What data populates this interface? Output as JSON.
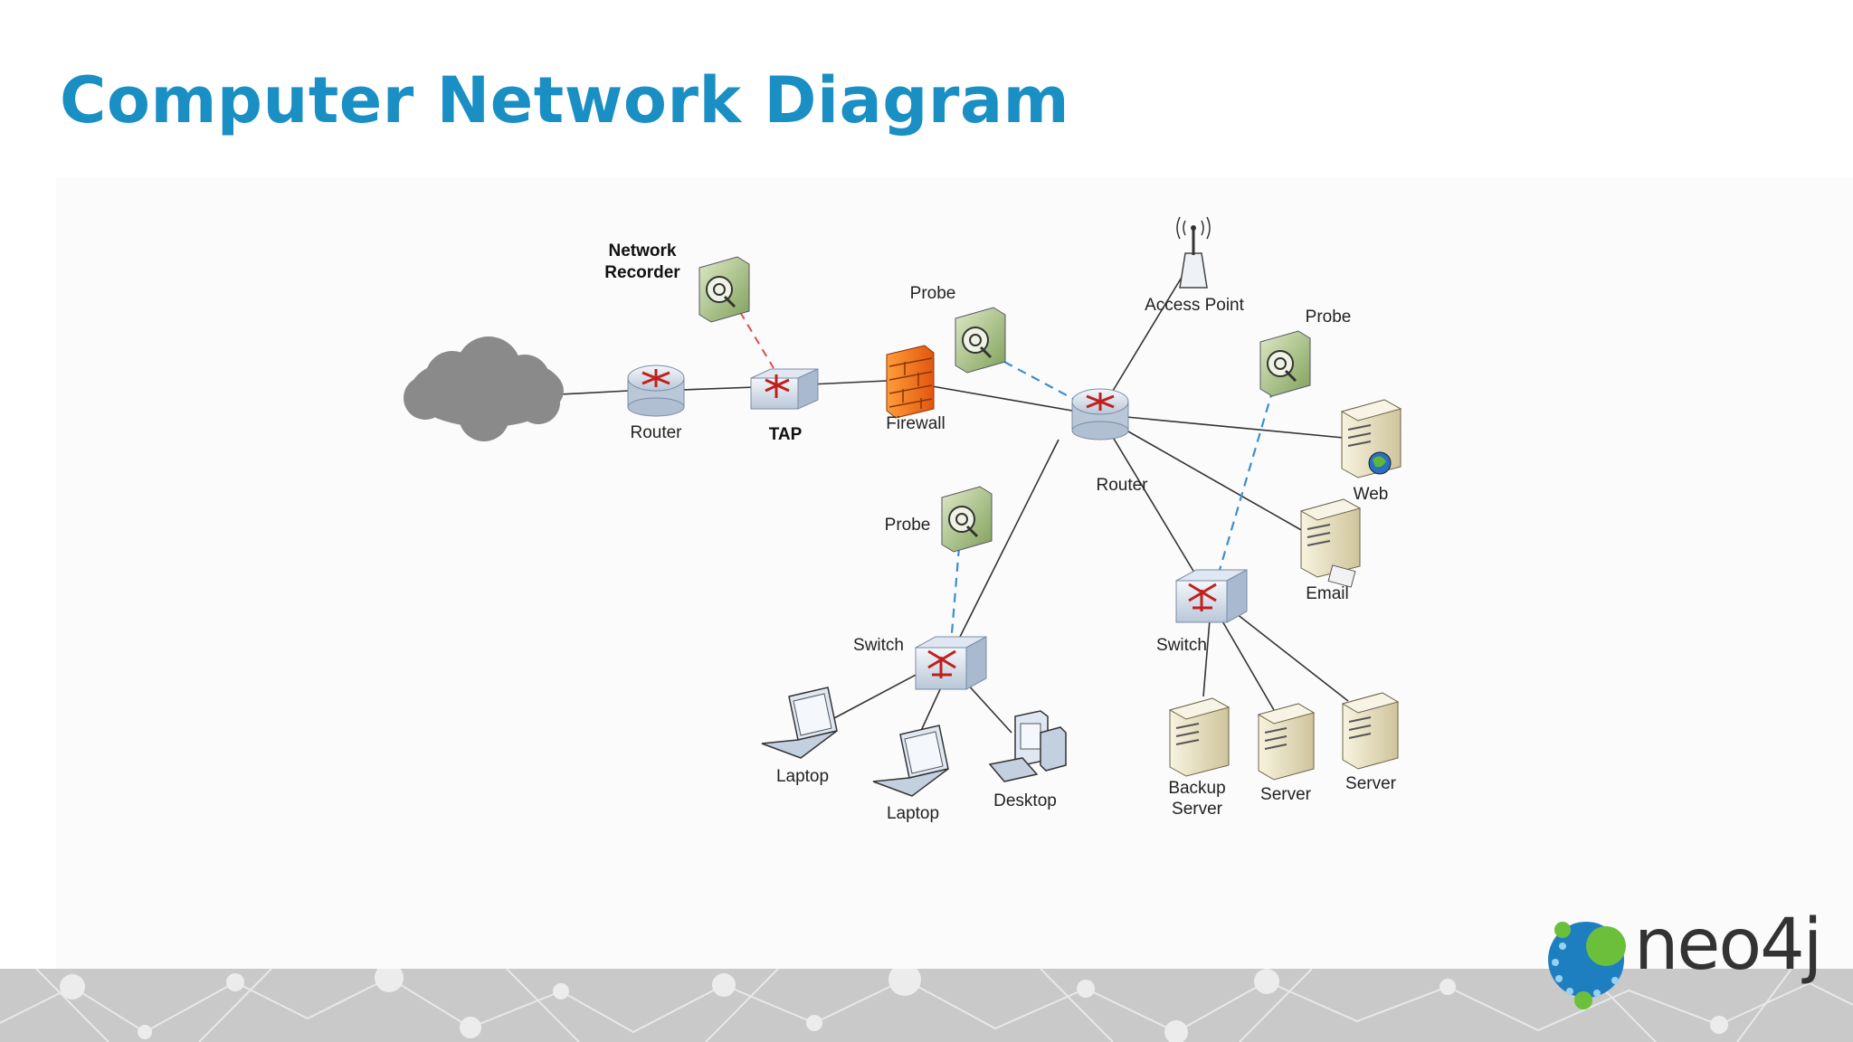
{
  "slide": {
    "title": "Computer Network Diagram"
  },
  "diagram": {
    "nodes": {
      "cloud": {
        "label": ""
      },
      "router_edge": {
        "label": "Router"
      },
      "tap": {
        "label": "TAP"
      },
      "network_recorder": {
        "label_line1": "Network",
        "label_line2": "Recorder"
      },
      "firewall": {
        "label": "Firewall"
      },
      "probe_top": {
        "label": "Probe"
      },
      "access_point": {
        "label": "Access Point"
      },
      "probe_right": {
        "label": "Probe"
      },
      "router_core": {
        "label": "Router"
      },
      "web_server": {
        "label": "Web"
      },
      "email_server": {
        "label": "Email"
      },
      "probe_left": {
        "label": "Probe"
      },
      "switch_left": {
        "label": "Switch"
      },
      "switch_right": {
        "label": "Switch"
      },
      "laptop_1": {
        "label": "Laptop"
      },
      "laptop_2": {
        "label": "Laptop"
      },
      "desktop": {
        "label": "Desktop"
      },
      "backup_server": {
        "label_line1": "Backup",
        "label_line2": "Server"
      },
      "server_1": {
        "label": "Server"
      },
      "server_2": {
        "label": "Server"
      }
    },
    "edges": [
      {
        "from": "cloud",
        "to": "router_edge",
        "style": "solid"
      },
      {
        "from": "router_edge",
        "to": "tap",
        "style": "solid"
      },
      {
        "from": "tap",
        "to": "firewall",
        "style": "solid"
      },
      {
        "from": "network_recorder",
        "to": "tap",
        "style": "dashed-red"
      },
      {
        "from": "firewall",
        "to": "router_core",
        "style": "solid"
      },
      {
        "from": "probe_top",
        "to": "router_core",
        "style": "dashed-blue"
      },
      {
        "from": "access_point",
        "to": "router_core",
        "style": "solid"
      },
      {
        "from": "router_core",
        "to": "web_server",
        "style": "solid"
      },
      {
        "from": "router_core",
        "to": "email_server",
        "style": "solid"
      },
      {
        "from": "router_core",
        "to": "switch_right",
        "style": "solid"
      },
      {
        "from": "router_core",
        "to": "switch_left",
        "style": "solid"
      },
      {
        "from": "probe_right",
        "to": "switch_right",
        "style": "dashed-blue"
      },
      {
        "from": "probe_left",
        "to": "switch_left",
        "style": "dashed-blue"
      },
      {
        "from": "switch_left",
        "to": "laptop_1",
        "style": "solid"
      },
      {
        "from": "switch_left",
        "to": "laptop_2",
        "style": "solid"
      },
      {
        "from": "switch_left",
        "to": "desktop",
        "style": "solid"
      },
      {
        "from": "switch_right",
        "to": "backup_server",
        "style": "solid"
      },
      {
        "from": "switch_right",
        "to": "server_1",
        "style": "solid"
      },
      {
        "from": "switch_right",
        "to": "server_2",
        "style": "solid"
      }
    ]
  },
  "brand": {
    "logo_text": "neo4j",
    "colors": {
      "title": "#1a8fc4",
      "logo_blue": "#1e7fc0",
      "logo_green": "#6cbf3a"
    }
  }
}
